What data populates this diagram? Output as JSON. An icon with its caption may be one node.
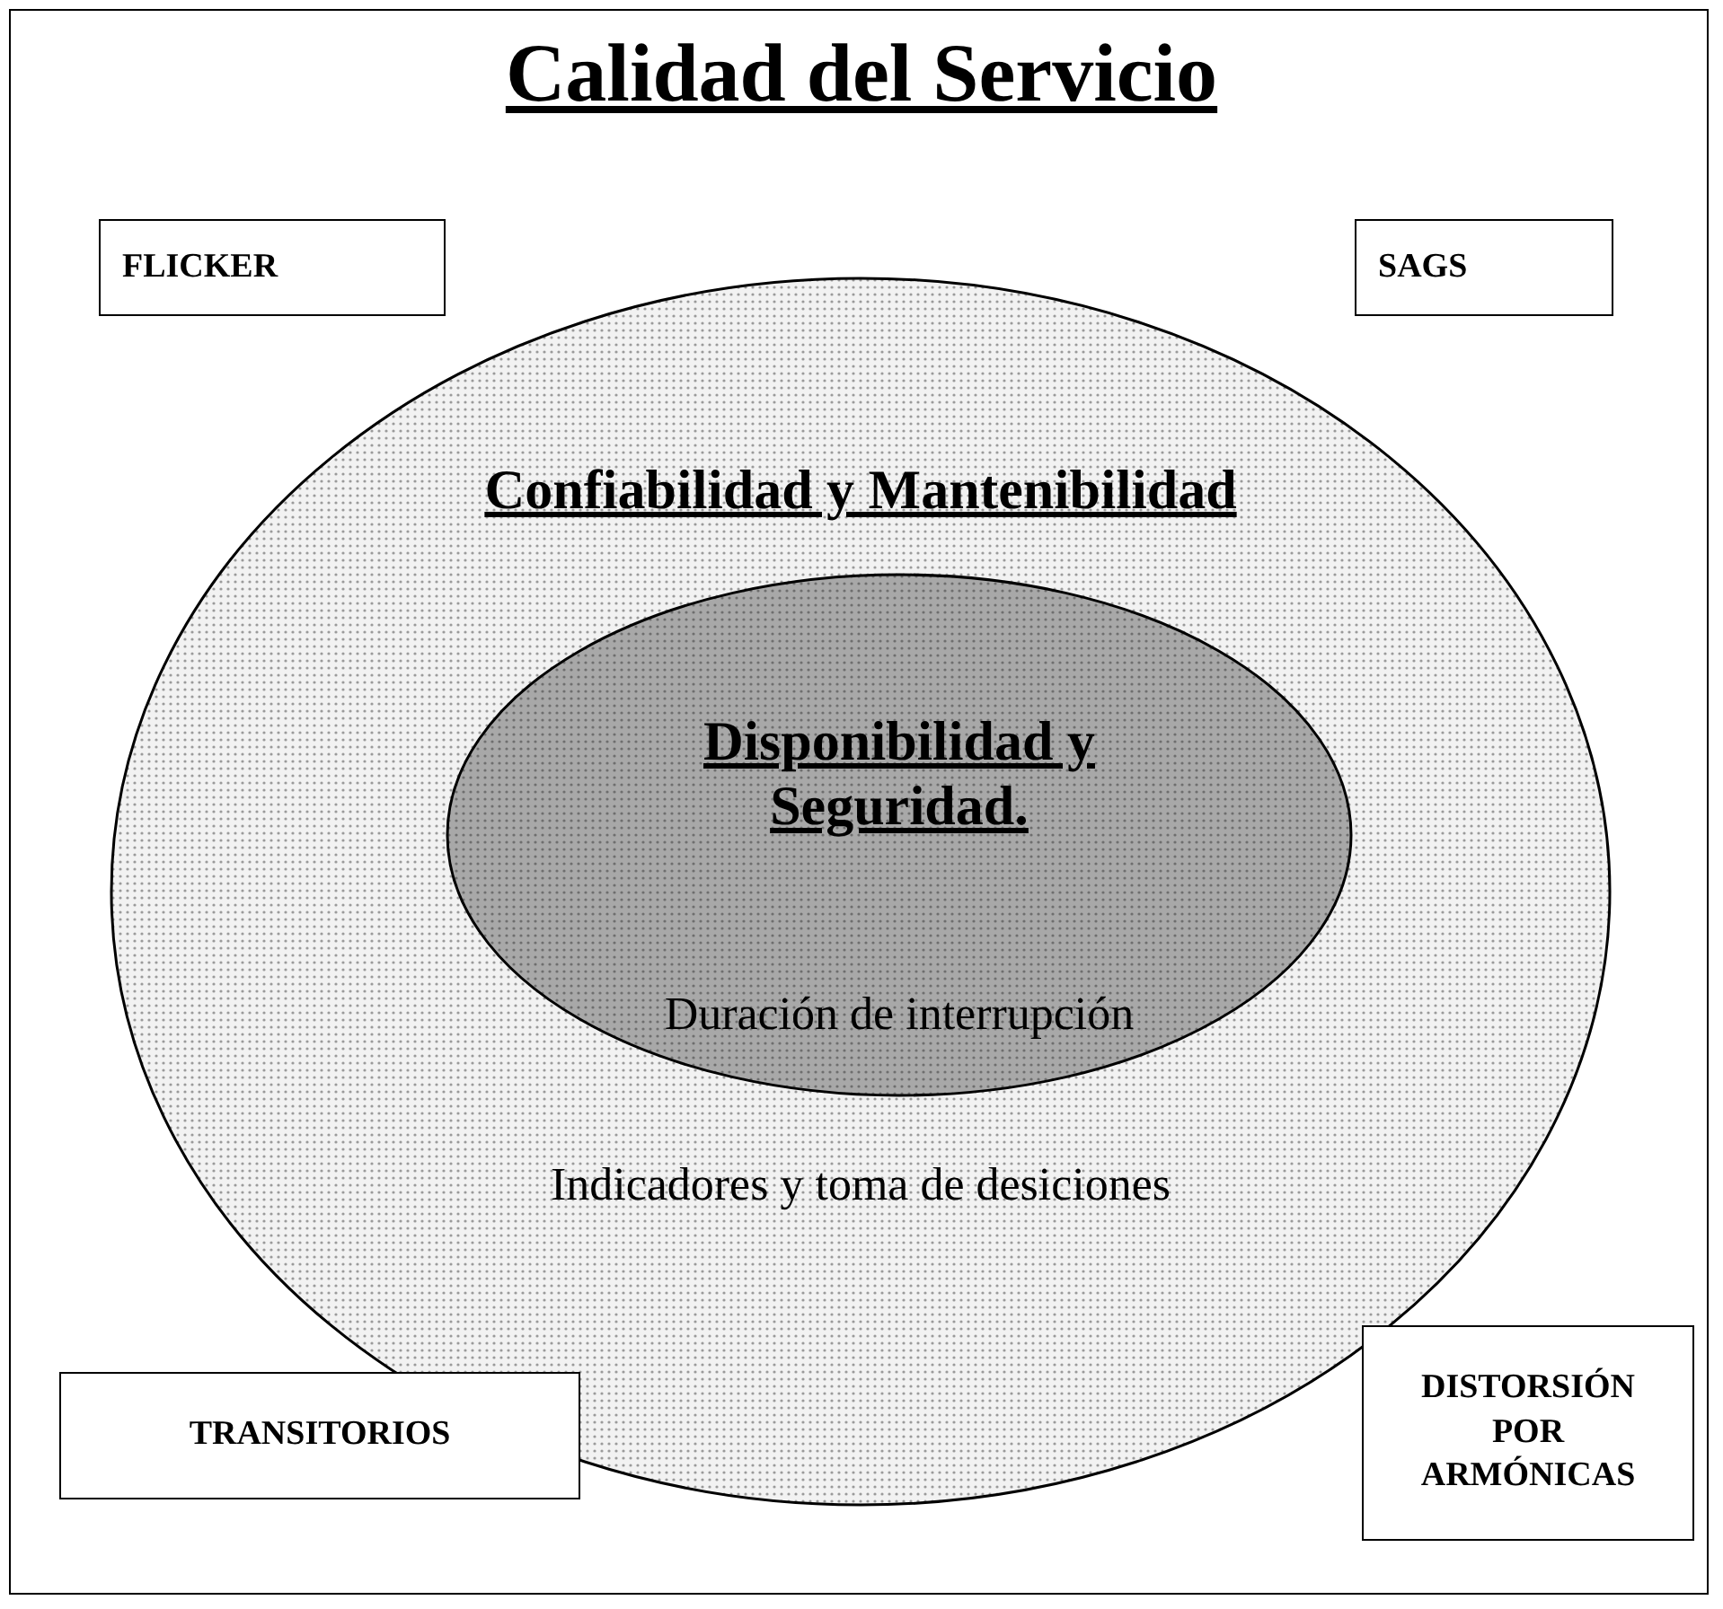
{
  "diagram": {
    "title": "Calidad del Servicio",
    "nodes": [
      {
        "text": [
          "FLICKER"
        ]
      },
      {
        "text": [
          "SAGS"
        ]
      },
      {
        "text": [
          "Confiabilidad y Mantenibilidad",
          "Indicadores y toma de desiciones"
        ]
      },
      {
        "text": [
          "Disponibilidad y Seguridad.",
          "Duración de interrupción"
        ],
        "in": 2
      },
      {
        "text": [
          "TRANSITORIOS"
        ]
      },
      {
        "text": [
          "DISTORSIÓN POR ARMÓNICAS"
        ]
      }
    ]
  }
}
